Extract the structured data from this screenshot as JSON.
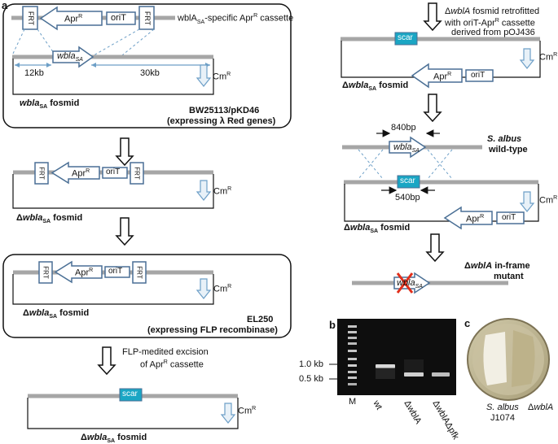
{
  "panel_labels": {
    "a": "a",
    "b": "b",
    "c": "c"
  },
  "cassette": {
    "frt": "FRT",
    "apr": "Apr",
    "r": "R",
    "orit": "oriT",
    "scar": "scar"
  },
  "step1": {
    "cassette_label_pre": "wblA",
    "cassette_label_sub": "SA",
    "cassette_label_post": "-specific Apr",
    "cassette_label_sup": "R",
    "cassette_label_end": " cassette",
    "gene": "wbla",
    "gene_sub": "SA",
    "left_len": "12kb",
    "right_len": "30kb",
    "cm": "Cm",
    "cm_sup": "R",
    "fosmid_a": "wbla",
    "fosmid_sub": "SA",
    "fosmid_b": " fosmid",
    "strain": "BW25113/pKD46",
    "strain_desc": "(expressing λ Red genes)"
  },
  "step2": {
    "fosmid_prefix": "Δ",
    "fosmid_a": "wbla",
    "fosmid_sub": "SA",
    "fosmid_b": " fosmid"
  },
  "step3": {
    "strain": "EL250",
    "strain_desc": "(expressing FLP recombinase)"
  },
  "step4": {
    "excision_line1": "FLP-medited excision",
    "excision_line2_pre": "of Apr",
    "excision_line2_sup": "R",
    "excision_line2_post": " cassette"
  },
  "right": {
    "retro_line1_pre": "Δ",
    "retro_line1_it": "wblA",
    "retro_line1_post": " fosmid retrofitted",
    "retro_line2_pre": "with oriT-Apr",
    "retro_line2_sup": "R",
    "retro_line2_post": " cassette",
    "retro_line3": "derived from pOJ436",
    "bp840": "840bp",
    "bp540": "540bp",
    "salbus_it": "S. albus",
    "salbus_post": "wild-type",
    "mutant_pre": "Δ",
    "mutant_it": "wblA",
    "mutant_post": " in-frame",
    "mutant_line2": "mutant"
  },
  "gel": {
    "markers": [
      "1.0 kb",
      "0.5 kb"
    ],
    "lanes": [
      "M",
      "wt",
      "ΔwblA",
      "ΔwblAΔpfk"
    ]
  },
  "plate": {
    "left_it": "S. albus",
    "left_line2": "J1074",
    "right_pre": "Δ",
    "right_it": "wblA"
  },
  "colors": {
    "gene_outline": "#4a6f95",
    "scar_fill": "#1aa6c4",
    "bar": "#a6a6a6",
    "dash": "#6d9fc7",
    "gel_bg": "#0e0e0e"
  }
}
